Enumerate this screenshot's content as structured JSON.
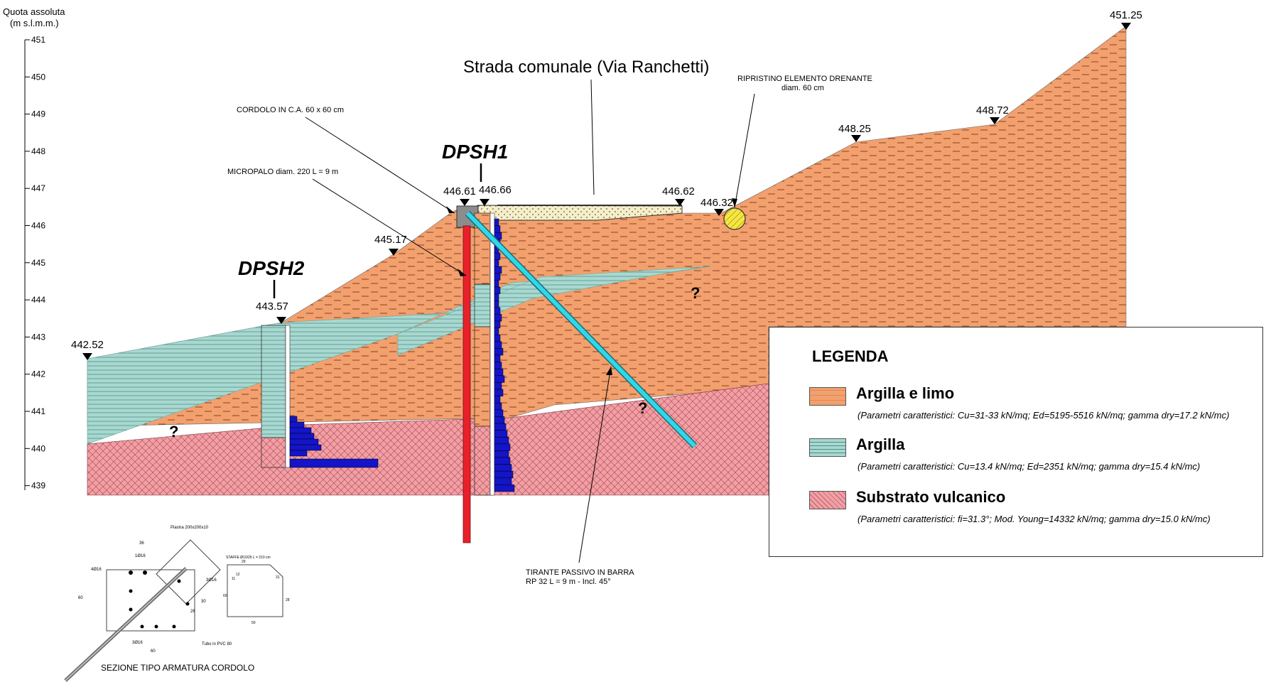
{
  "axis": {
    "title_line1": "Quota assoluta",
    "title_line2": "(m s.l.m.m.)",
    "ticks": [
      "451",
      "450",
      "449",
      "448",
      "447",
      "446",
      "445",
      "444",
      "443",
      "442",
      "441",
      "440",
      "439"
    ]
  },
  "elevations": {
    "e1": "442.52",
    "e2": "443.57",
    "e3": "445.17",
    "e4": "446.61",
    "e5": "446.66",
    "e6": "446.62",
    "e7": "446.32",
    "e8": "448.25",
    "e9": "448.72",
    "e10": "451.25"
  },
  "boreholes": {
    "dpsh1": "DPSH1",
    "dpsh2": "DPSH2"
  },
  "annotations": {
    "road": "Strada comunale (Via Ranchetti)",
    "cordolo": "CORDOLO IN C.A. 60 x 60 cm",
    "micropalo": "MICROPALO diam. 220 L = 9 m",
    "drain_line1": "RIPRISTINO ELEMENTO DRENANTE",
    "drain_line2": "diam. 60 cm",
    "tirante_line1": "TIRANTE PASSIVO IN BARRA",
    "tirante_line2": "RP 32 L = 9 m - Incl. 45°",
    "detail_caption": "SEZIONE TIPO ARMATURA CORDOLO",
    "unknown": "?"
  },
  "detail": {
    "d36": "36",
    "d1": "1Ø16",
    "d2": "4Ø16",
    "d60": "60",
    "dbot": "3Ø16",
    "d60b": "60",
    "piastra": "Piastra 200x200x10",
    "tubo": "Tubo in PVC 80",
    "d26": "26",
    "d30": "30",
    "d3": "3Ø16",
    "staffe": "STAFFE Ø10/25  L = 210 cm",
    "s29": "29",
    "s12": "12",
    "s11": "11",
    "s31": "31",
    "s60": "60",
    "s28": "28",
    "s50": "50"
  },
  "legend": {
    "title": "LEGENDA",
    "items": [
      {
        "label": "Argilla e limo",
        "desc": "(Parametri caratteristici: Cu=31-33 kN/mq; Ed=5195-5516 kN/mq; gamma dry=17.2 kN/mc)",
        "color": "#f2a06e"
      },
      {
        "label": "Argilla",
        "desc": "(Parametri caratteristici: Cu=13.4 kN/mq; Ed=2351 kN/mq; gamma dry=15.4 kN/mc)",
        "color": "#a8d8d0"
      },
      {
        "label": "Substrato vulcanico",
        "desc": "(Parametri caratteristici: fi=31.3°; Mod. Young=14332 kN/mq; gamma dry=15.0 kN/mc)",
        "color": "#f0a0a4"
      }
    ]
  },
  "colors": {
    "argilla_limo": "#f2a06e",
    "argilla": "#a8d8d0",
    "substrato": "#f0a0a4",
    "micropalo": "#e8202a",
    "tirante": "#30d8e8",
    "penetrometer": "#1414c8",
    "drain": "#f5e642"
  }
}
